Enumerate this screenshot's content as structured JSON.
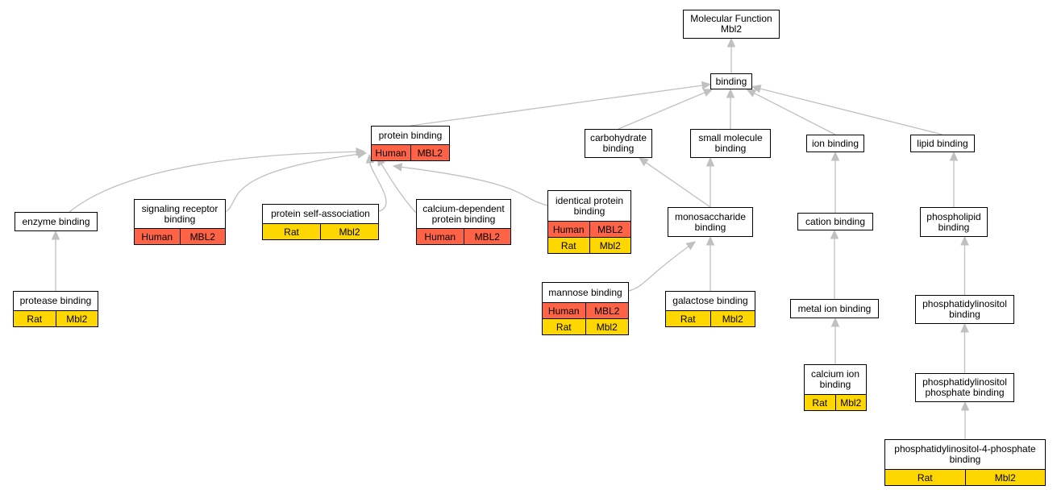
{
  "colors": {
    "human": "#ff6347",
    "rat": "#ffd700",
    "edge": "#c0c0c0"
  },
  "nodes": [
    {
      "id": "mf",
      "label": "Molecular Function\nMbl2",
      "rows": []
    },
    {
      "id": "binding",
      "label": "binding",
      "rows": []
    },
    {
      "id": "protein-binding",
      "label": "protein binding",
      "rows": [
        {
          "type": "human",
          "cells": [
            "Human",
            "MBL2"
          ]
        }
      ]
    },
    {
      "id": "carbohydrate-binding",
      "label": "carbohydrate\nbinding",
      "rows": []
    },
    {
      "id": "small-molecule-binding",
      "label": "small molecule\nbinding",
      "rows": []
    },
    {
      "id": "ion-binding",
      "label": "ion binding",
      "rows": []
    },
    {
      "id": "lipid-binding",
      "label": "lipid binding",
      "rows": []
    },
    {
      "id": "enzyme-binding",
      "label": "enzyme binding",
      "rows": []
    },
    {
      "id": "signaling-receptor-binding",
      "label": "signaling receptor\nbinding",
      "rows": [
        {
          "type": "human",
          "cells": [
            "Human",
            "MBL2"
          ]
        }
      ]
    },
    {
      "id": "protein-self-association",
      "label": "protein self-association",
      "rows": [
        {
          "type": "rat",
          "cells": [
            "Rat",
            "Mbl2"
          ]
        }
      ]
    },
    {
      "id": "calcium-dependent-protein-binding",
      "label": "calcium-dependent\nprotein binding",
      "rows": [
        {
          "type": "human",
          "cells": [
            "Human",
            "MBL2"
          ]
        }
      ]
    },
    {
      "id": "identical-protein-binding",
      "label": "identical protein\nbinding",
      "rows": [
        {
          "type": "human",
          "cells": [
            "Human",
            "MBL2"
          ]
        },
        {
          "type": "rat",
          "cells": [
            "Rat",
            "Mbl2"
          ]
        }
      ]
    },
    {
      "id": "monosaccharide-binding",
      "label": "monosaccharide\nbinding",
      "rows": []
    },
    {
      "id": "cation-binding",
      "label": "cation binding",
      "rows": []
    },
    {
      "id": "phospholipid-binding",
      "label": "phospholipid\nbinding",
      "rows": []
    },
    {
      "id": "protease-binding",
      "label": "protease binding",
      "rows": [
        {
          "type": "rat",
          "cells": [
            "Rat",
            "Mbl2"
          ]
        }
      ]
    },
    {
      "id": "mannose-binding",
      "label": "mannose binding",
      "rows": [
        {
          "type": "human",
          "cells": [
            "Human",
            "MBL2"
          ]
        },
        {
          "type": "rat",
          "cells": [
            "Rat",
            "Mbl2"
          ]
        }
      ]
    },
    {
      "id": "galactose-binding",
      "label": "galactose binding",
      "rows": [
        {
          "type": "rat",
          "cells": [
            "Rat",
            "Mbl2"
          ]
        }
      ]
    },
    {
      "id": "metal-ion-binding",
      "label": "metal ion binding",
      "rows": []
    },
    {
      "id": "phosphatidylinositol-binding",
      "label": "phosphatidylinositol\nbinding",
      "rows": []
    },
    {
      "id": "calcium-ion-binding",
      "label": "calcium ion\nbinding",
      "rows": [
        {
          "type": "rat",
          "cells": [
            "Rat",
            "Mbl2"
          ]
        }
      ]
    },
    {
      "id": "phosphatidylinositol-phosphate-binding",
      "label": "phosphatidylinositol\nphosphate binding",
      "rows": []
    },
    {
      "id": "phosphatidylinositol-4-phosphate-binding",
      "label": "phosphatidylinositol-4-phosphate\nbinding",
      "rows": [
        {
          "type": "rat",
          "cells": [
            "Rat",
            "Mbl2"
          ]
        }
      ]
    }
  ],
  "edges": [
    {
      "from": "binding",
      "to": "mf"
    },
    {
      "from": "protein-binding",
      "to": "binding"
    },
    {
      "from": "carbohydrate-binding",
      "to": "binding"
    },
    {
      "from": "small-molecule-binding",
      "to": "binding"
    },
    {
      "from": "ion-binding",
      "to": "binding"
    },
    {
      "from": "lipid-binding",
      "to": "binding"
    },
    {
      "from": "enzyme-binding",
      "to": "protein-binding"
    },
    {
      "from": "signaling-receptor-binding",
      "to": "protein-binding"
    },
    {
      "from": "protein-self-association",
      "to": "protein-binding"
    },
    {
      "from": "calcium-dependent-protein-binding",
      "to": "protein-binding"
    },
    {
      "from": "identical-protein-binding",
      "to": "protein-binding"
    },
    {
      "from": "monosaccharide-binding",
      "to": "carbohydrate-binding"
    },
    {
      "from": "monosaccharide-binding",
      "to": "small-molecule-binding"
    },
    {
      "from": "cation-binding",
      "to": "ion-binding"
    },
    {
      "from": "phospholipid-binding",
      "to": "lipid-binding"
    },
    {
      "from": "protease-binding",
      "to": "enzyme-binding"
    },
    {
      "from": "mannose-binding",
      "to": "monosaccharide-binding"
    },
    {
      "from": "galactose-binding",
      "to": "monosaccharide-binding"
    },
    {
      "from": "metal-ion-binding",
      "to": "cation-binding"
    },
    {
      "from": "phosphatidylinositol-binding",
      "to": "phospholipid-binding"
    },
    {
      "from": "calcium-ion-binding",
      "to": "metal-ion-binding"
    },
    {
      "from": "phosphatidylinositol-phosphate-binding",
      "to": "phosphatidylinositol-binding"
    },
    {
      "from": "phosphatidylinositol-4-phosphate-binding",
      "to": "phosphatidylinositol-phosphate-binding"
    }
  ]
}
